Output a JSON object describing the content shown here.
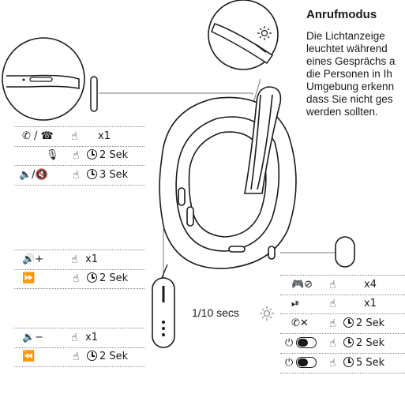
{
  "heading": {
    "title": "Anrufmodus",
    "body_lines": [
      "Die Lichtanzeige",
      "leuchtet während",
      "eines Gesprächs a",
      "die Personen in Ih",
      "Umgebung erkenn",
      "dass Sie nicht ges",
      "werden sollten."
    ]
  },
  "call_panel": {
    "rows": [
      {
        "icons": "✆ / ☎",
        "action": "x1"
      },
      {
        "icons": "🎙",
        "action": "2 Sek"
      },
      {
        "icons": "🔈/🔇",
        "action": "3 Sek"
      }
    ]
  },
  "volume_up_panel": {
    "rows": [
      {
        "icon": "🔊+",
        "action": "x1"
      },
      {
        "icon": "⏩",
        "action": "2 Sek"
      }
    ]
  },
  "volume_down_panel": {
    "rows": [
      {
        "icon": "🔉−",
        "action": "x1"
      },
      {
        "icon": "⏪",
        "action": "2 Sek"
      }
    ]
  },
  "right_panel": {
    "rows": [
      {
        "icon": "🎮⊘",
        "action": "x4"
      },
      {
        "icon": "⏯",
        "action": "x1"
      },
      {
        "icon": "✆✕",
        "action": "2 Sek"
      },
      {
        "icon": "⏻",
        "action": "2 Sek"
      },
      {
        "icon": "⏻",
        "action": "5 Sek"
      }
    ]
  },
  "led_interval": "1/10 secs",
  "icons": {
    "light": "light-indicator-icon",
    "hand": "hand-press-icon",
    "clock": "clock-icon"
  },
  "colors": {
    "line": "#1a1a1a",
    "guide": "#7a7a7a"
  }
}
